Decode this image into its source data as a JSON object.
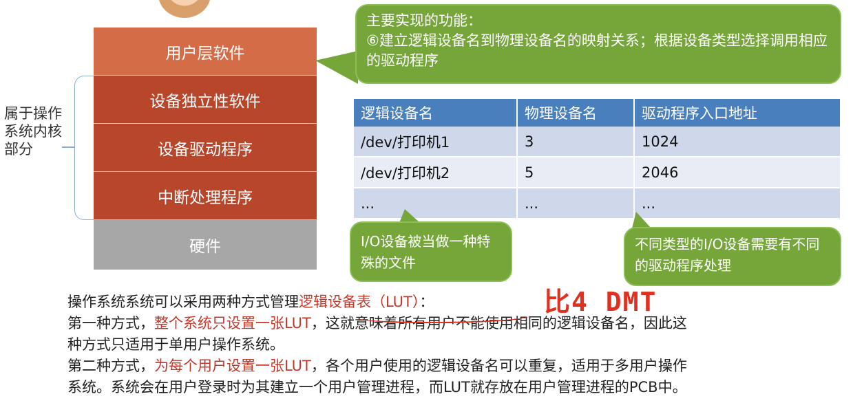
{
  "stack": {
    "layers": [
      "用户层软件",
      "设备独立性软件",
      "设备驱动程序",
      "中断处理程序",
      "硬件"
    ],
    "kernel_label": "属于操作系统内核部分"
  },
  "bubbles": {
    "main_line1": "主要实现的功能：",
    "main_line2": "⑥建立逻辑设备名到物理设备名的映射关系；根据设备类型选择调用相应的驱动程序",
    "left": "I/O设备被当做一种特殊的文件",
    "right": "不同类型的I/O设备需要有不同的驱动程序处理"
  },
  "table": {
    "headers": [
      "逻辑设备名",
      "物理设备名",
      "驱动程序入口地址"
    ],
    "rows": [
      [
        "/dev/打印机1",
        "3",
        "1024"
      ],
      [
        "/dev/打印机2",
        "5",
        "2046"
      ],
      [
        "...",
        "...",
        "..."
      ]
    ]
  },
  "text": {
    "p1_a": "操作系统系统可以采用两种方式管理",
    "p1_red": "逻辑设备表（LUT）",
    "p1_b": "：",
    "p2_a": "第一种方式，",
    "p2_red": "整个系统只设置一张LUT",
    "p2_b": "，这就意味着所有用户不能使用相同的逻辑设备名，因此这",
    "p3": "种方式只适用于单用户操作系统。",
    "p4_a": "第二种方式，",
    "p4_red": "为每个用户设置一张LUT",
    "p4_b": "，各个用户使用的逻辑设备名可以重复，适用于多用户操作",
    "p5": "系统。系统会在用户登录时为其建立一个用户管理进程，而LUT就存放在用户管理进程的PCB中。"
  },
  "annotation": "比4 DMT",
  "colors": {
    "user_layer": "#d56c48",
    "kernel_layer": "#b8462b",
    "hardware_layer": "#a7a7a7",
    "bubble": "#76a63a",
    "table_header": "#4a7fbe",
    "highlight": "#c0392b"
  }
}
